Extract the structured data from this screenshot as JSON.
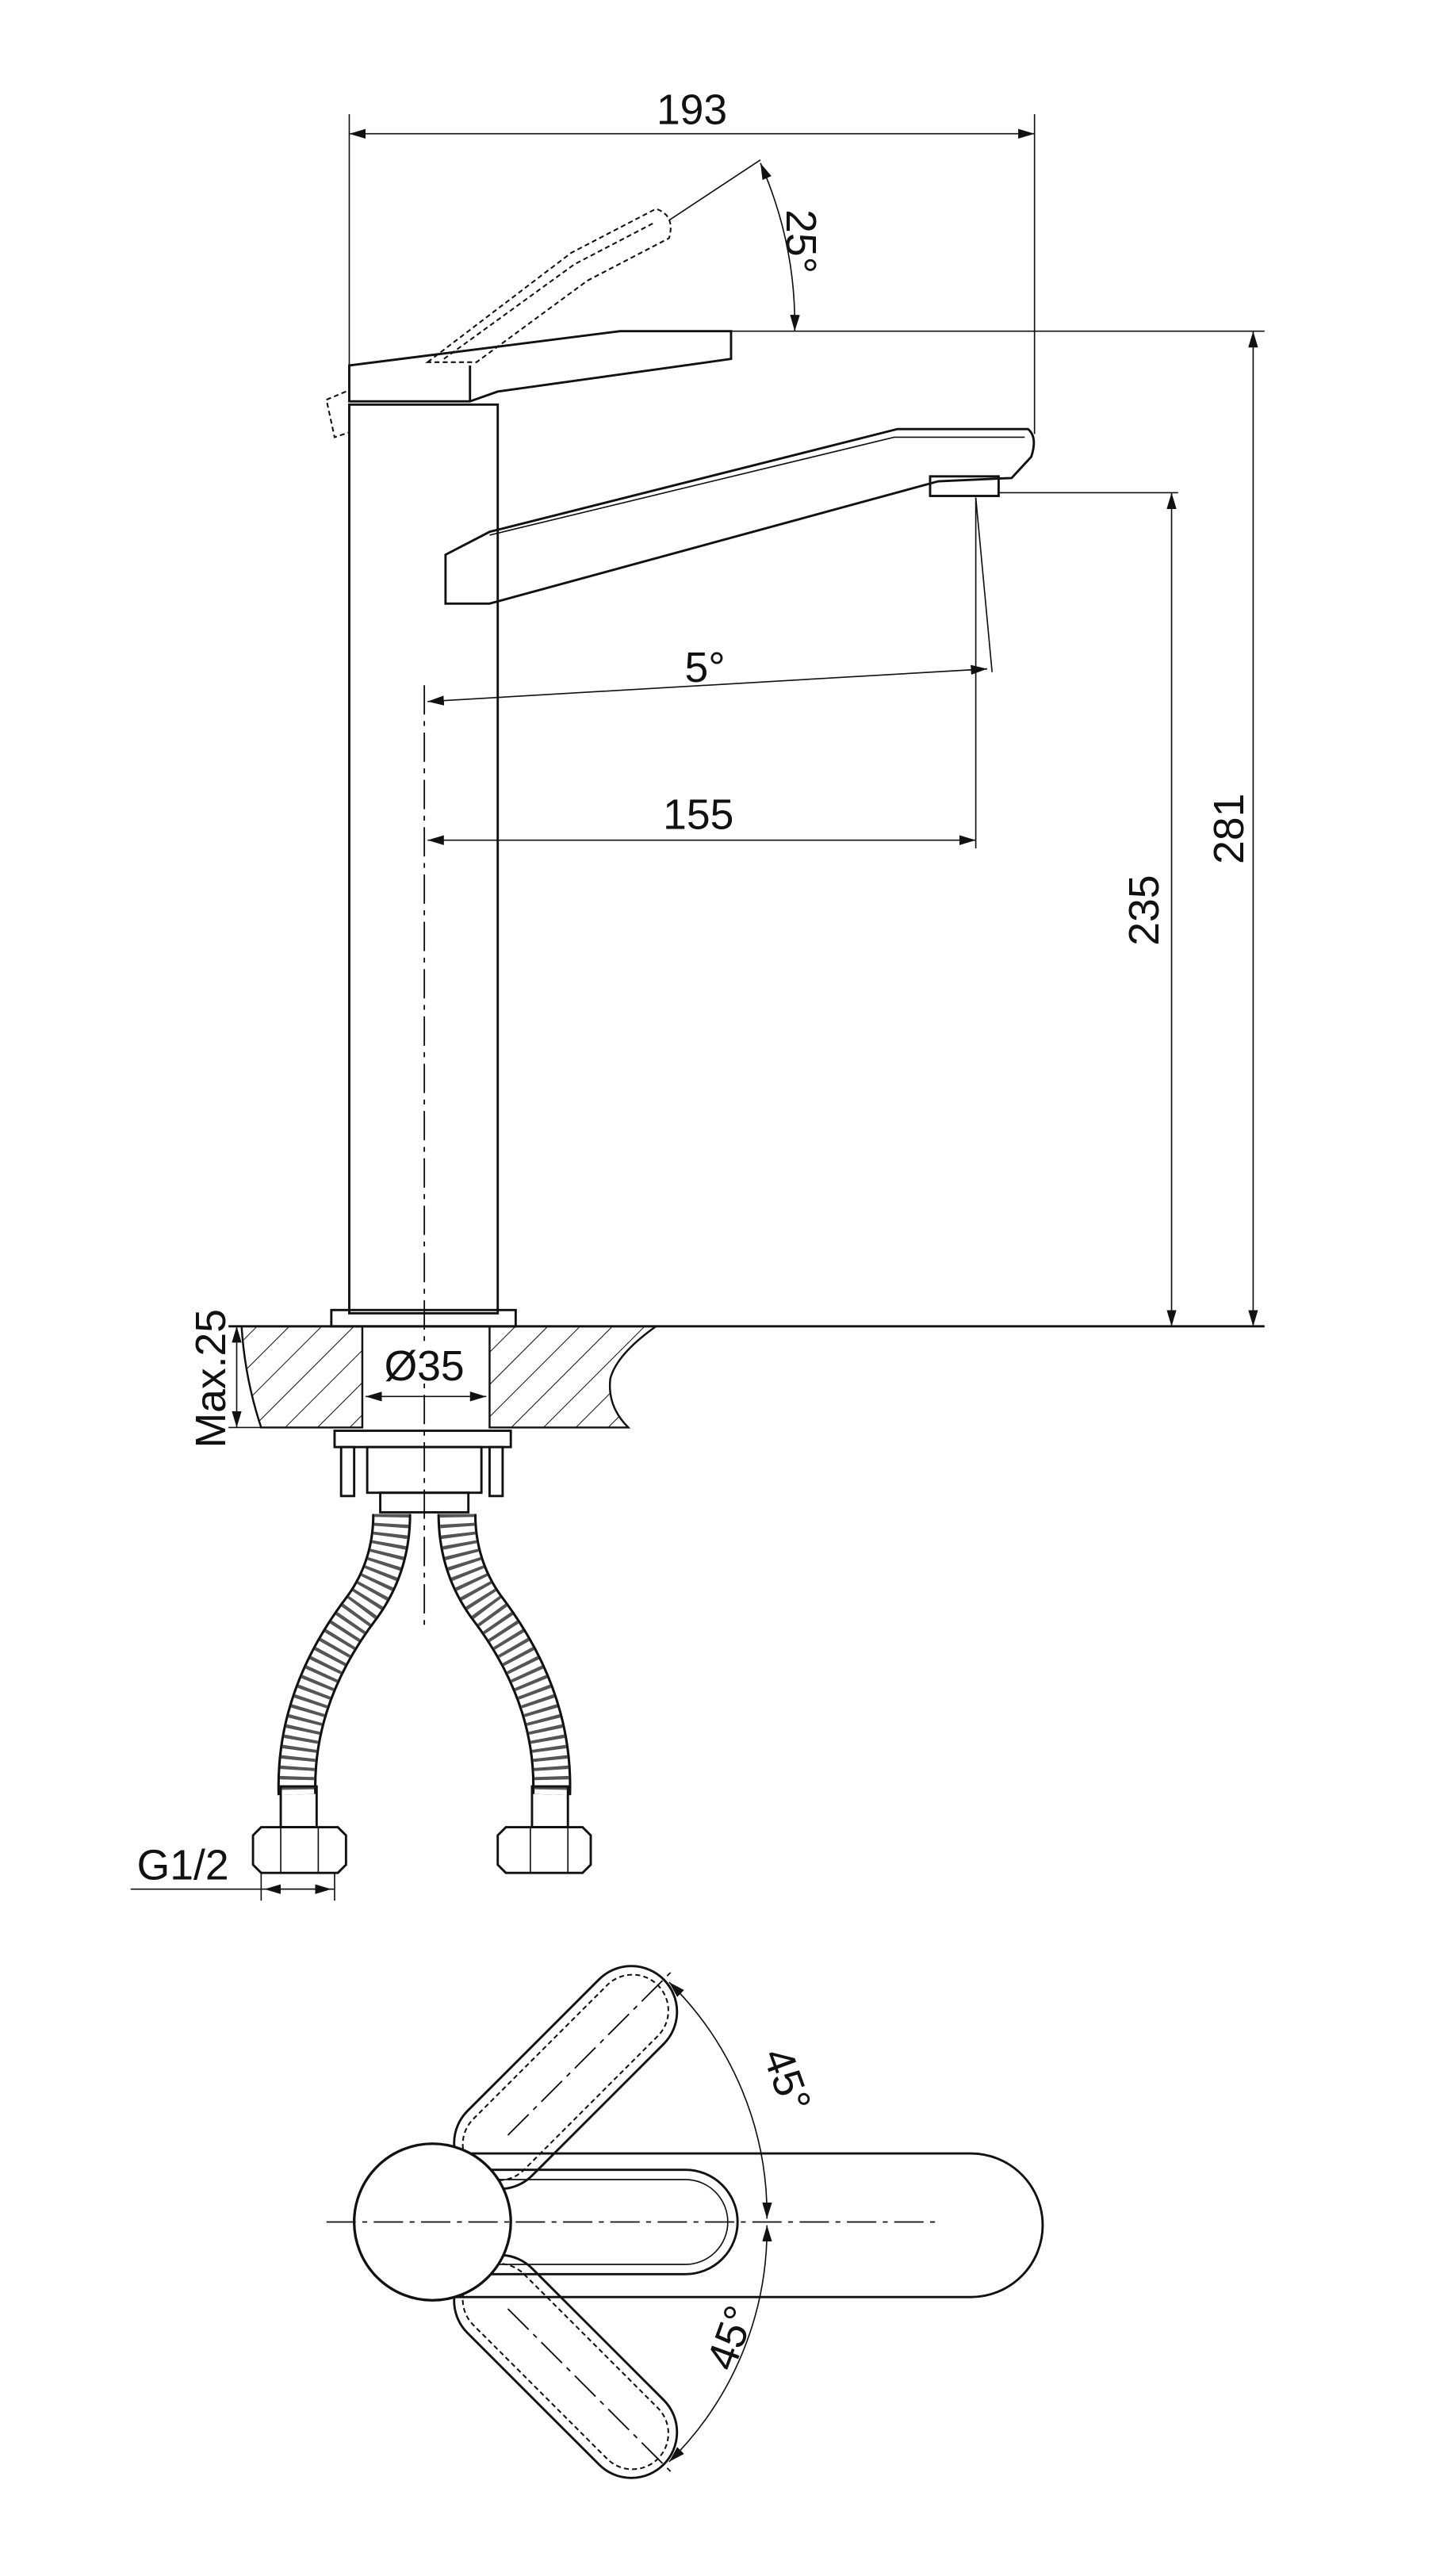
{
  "drawing": {
    "dimensions": {
      "overall_width": "193",
      "lever_angle": "25°",
      "spout_angle": "5°",
      "spout_reach": "155",
      "spout_height": "235",
      "overall_height": "281",
      "max_counter_thickness": "Max.25",
      "hole_diameter": "Ø35",
      "connection_thread": "G1/2",
      "rotation_left": "45°",
      "rotation_right": "45°"
    },
    "colors": {
      "line": "#111111",
      "background": "#ffffff"
    }
  }
}
